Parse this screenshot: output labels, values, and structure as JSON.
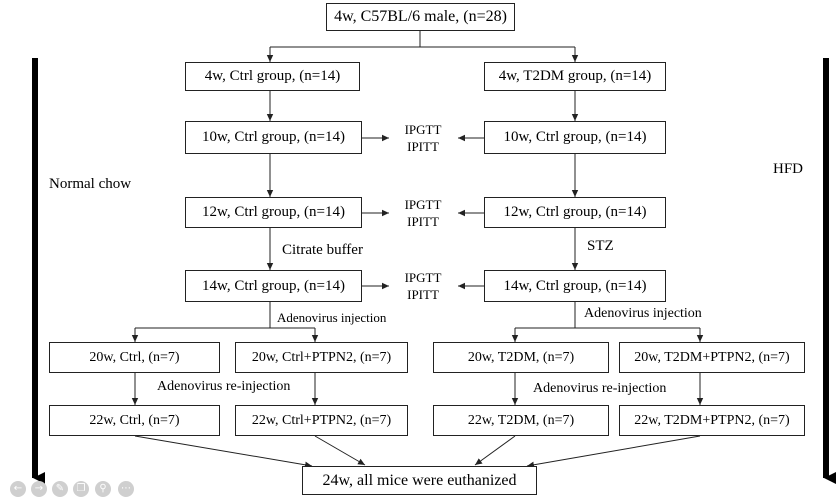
{
  "nodes": {
    "start": "4w, C57BL/6 male, (n=28)",
    "ctrl_4w": "4w, Ctrl group, (n=14)",
    "t2dm_4w": "4w, T2DM group, (n=14)",
    "ctrl_10w": "10w, Ctrl group, (n=14)",
    "right_10w": "10w, Ctrl group, (n=14)",
    "ctrl_12w": "12w, Ctrl group, (n=14)",
    "right_12w": "12w, Ctrl group, (n=14)",
    "ctrl_14w": "14w, Ctrl group, (n=14)",
    "right_14w": "14w, Ctrl group, (n=14)",
    "ctrl_20w": "20w, Ctrl, (n=7)",
    "ctrl_ptpn2_20w": "20w, Ctrl+PTPN2, (n=7)",
    "t2dm_20w": "20w, T2DM, (n=7)",
    "t2dm_ptpn2_20w": "20w, T2DM+PTPN2, (n=7)",
    "ctrl_22w": "22w, Ctrl, (n=7)",
    "ctrl_ptpn2_22w": "22w, Ctrl+PTPN2, (n=7)",
    "t2dm_22w": "22w, T2DM, (n=7)",
    "t2dm_ptpn2_22w": "22w, T2DM+PTPN2, (n=7)",
    "end": "24w, all mice were euthanized"
  },
  "tests": [
    {
      "line1": "IPGTT",
      "line2": "IPITT"
    },
    {
      "line1": "IPGTT",
      "line2": "IPITT"
    },
    {
      "line1": "IPGTT",
      "line2": "IPITT"
    }
  ],
  "labels": {
    "left_diet": "Normal chow",
    "right_diet": "HFD",
    "citrate": "Citrate buffer",
    "stz": "STZ",
    "adeno_left": "Adenovirus injection",
    "adeno_right": "Adenovirus injection",
    "reinj_left": "Adenovirus re-injection",
    "reinj_right": "Adenovirus re-injection"
  },
  "controls": {
    "icons": [
      "arrow-left-icon",
      "arrow-right-icon",
      "pencil-icon",
      "copy-icon",
      "zoom-icon",
      "more-icon"
    ]
  }
}
